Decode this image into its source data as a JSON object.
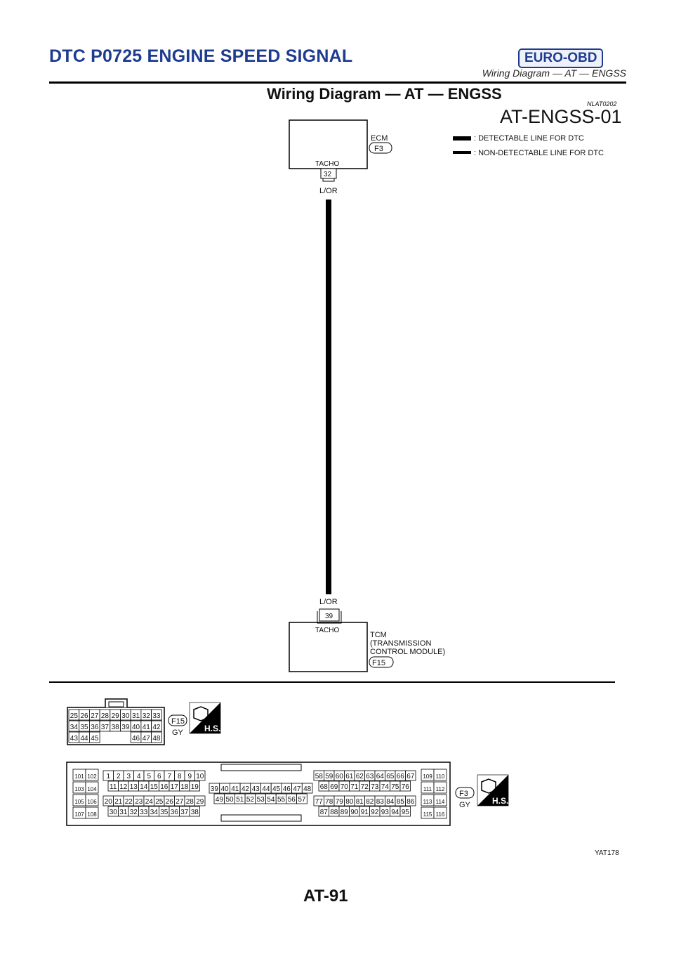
{
  "header": {
    "title": "DTC P0725 ENGINE SPEED SIGNAL",
    "badge": "EURO-OBD",
    "subtitle": "Wiring Diagram — AT — ENGSS"
  },
  "section": {
    "title": "Wiring Diagram — AT — ENGSS",
    "code": "NLAT0202",
    "diagram_id": "AT-ENGSS-01"
  },
  "legend": {
    "detectable": ": DETECTABLE LINE FOR DTC",
    "non_detectable": ": NON-DETECTABLE LINE FOR DTC"
  },
  "ecm": {
    "name": "ECM",
    "connector": "F3",
    "terminal": "32",
    "terminal_name": "TACHO",
    "wire_color": "L/OR"
  },
  "tcm": {
    "name": "TCM",
    "description_line1": "(TRANSMISSION",
    "description_line2": "CONTROL MODULE)",
    "connector": "F15",
    "terminal": "39",
    "terminal_name": "TACHO",
    "wire_color": "L/OR"
  },
  "connector_f15": {
    "id": "F15",
    "color": "GY",
    "badge": "H.S.",
    "rows": [
      [
        "25",
        "26",
        "27",
        "28",
        "29",
        "30",
        "31",
        "32",
        "33"
      ],
      [
        "34",
        "35",
        "36",
        "37",
        "38",
        "39",
        "40",
        "41",
        "42"
      ],
      [
        "43",
        "44",
        "45",
        "",
        "",
        "",
        "46",
        "47",
        "48"
      ]
    ]
  },
  "connector_f3": {
    "id": "F3",
    "color": "GY",
    "badge": "H.S.",
    "left_block": [
      [
        "101",
        "102"
      ],
      [
        "103",
        "104"
      ],
      [
        "105",
        "106"
      ],
      [
        "107",
        "108"
      ]
    ],
    "block_a_row1": [
      "1",
      "2",
      "3",
      "4",
      "5",
      "6",
      "7",
      "8",
      "9",
      "10"
    ],
    "block_a_row2": [
      "11",
      "12",
      "13",
      "14",
      "15",
      "16",
      "17",
      "18",
      "19"
    ],
    "block_a_row3": [
      "20",
      "21",
      "22",
      "23",
      "24",
      "25",
      "26",
      "27",
      "28",
      "29"
    ],
    "block_a_row4": [
      "30",
      "31",
      "32",
      "33",
      "34",
      "35",
      "36",
      "37",
      "38"
    ],
    "block_b_row1": [
      "39",
      "40",
      "41",
      "42",
      "43",
      "44",
      "45",
      "46",
      "47",
      "48"
    ],
    "block_b_row2": [
      "49",
      "50",
      "51",
      "52",
      "53",
      "54",
      "55",
      "56",
      "57"
    ],
    "block_c_row1": [
      "58",
      "59",
      "60",
      "61",
      "62",
      "63",
      "64",
      "65",
      "66",
      "67"
    ],
    "block_c_row2": [
      "68",
      "69",
      "70",
      "71",
      "72",
      "73",
      "74",
      "75",
      "76"
    ],
    "block_c_row3": [
      "77",
      "78",
      "79",
      "80",
      "81",
      "82",
      "83",
      "84",
      "85",
      "86"
    ],
    "block_c_row4": [
      "87",
      "88",
      "89",
      "90",
      "91",
      "92",
      "93",
      "94",
      "95"
    ],
    "right_block": [
      [
        "109",
        "110"
      ],
      [
        "111",
        "112"
      ],
      [
        "113",
        "114"
      ],
      [
        "115",
        "116"
      ]
    ]
  },
  "figure_id": "YAT178",
  "page_number": "AT-91"
}
